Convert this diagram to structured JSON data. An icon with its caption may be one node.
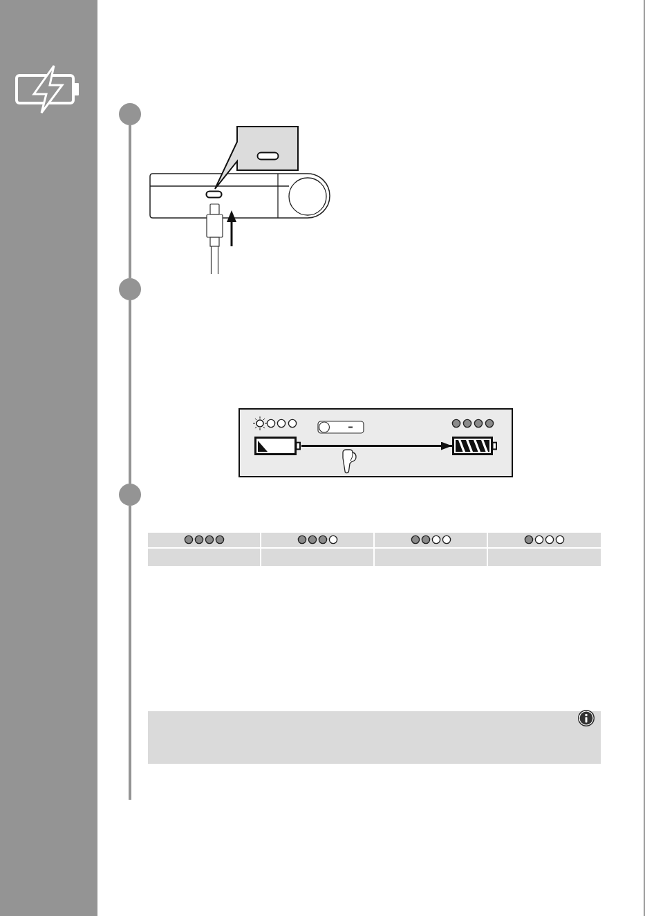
{
  "diagram": {
    "nodes": [
      {
        "text": [],
        "shape": "circle"
      },
      {
        "text": [],
        "shape": "circle"
      },
      {
        "text": [],
        "shape": "circle"
      },
      {
        "text": [],
        "shape": "picture"
      },
      {
        "text": [],
        "shape": "picture"
      }
    ],
    "edges": [
      {
        "from": 0,
        "to": 1,
        "arrow": "none"
      },
      {
        "from": 1,
        "to": 2,
        "arrow": "none"
      },
      {
        "from": 2,
        "to": null,
        "arrow": "none"
      },
      {
        "from": 3,
        "to": 4,
        "arrow": "to",
        "color": "#111111"
      }
    ]
  }
}
